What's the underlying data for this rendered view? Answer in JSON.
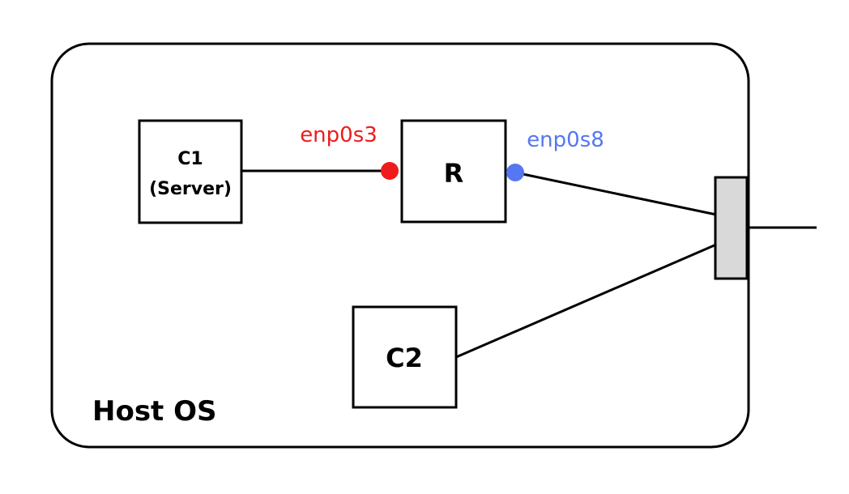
{
  "host": {
    "label": "Host OS"
  },
  "nodes": {
    "c1": {
      "line1": "C1",
      "line2": "(Server)"
    },
    "router": {
      "label": "R"
    },
    "c2": {
      "label": "C2"
    }
  },
  "interfaces": {
    "left": {
      "label": "enp0s3",
      "color": "#ee1c1c"
    },
    "right": {
      "label": "enp0s8",
      "color": "#5577f2"
    }
  },
  "colors": {
    "stroke": "#000000",
    "switch_fill": "#d9d9d9",
    "background": "#ffffff"
  }
}
